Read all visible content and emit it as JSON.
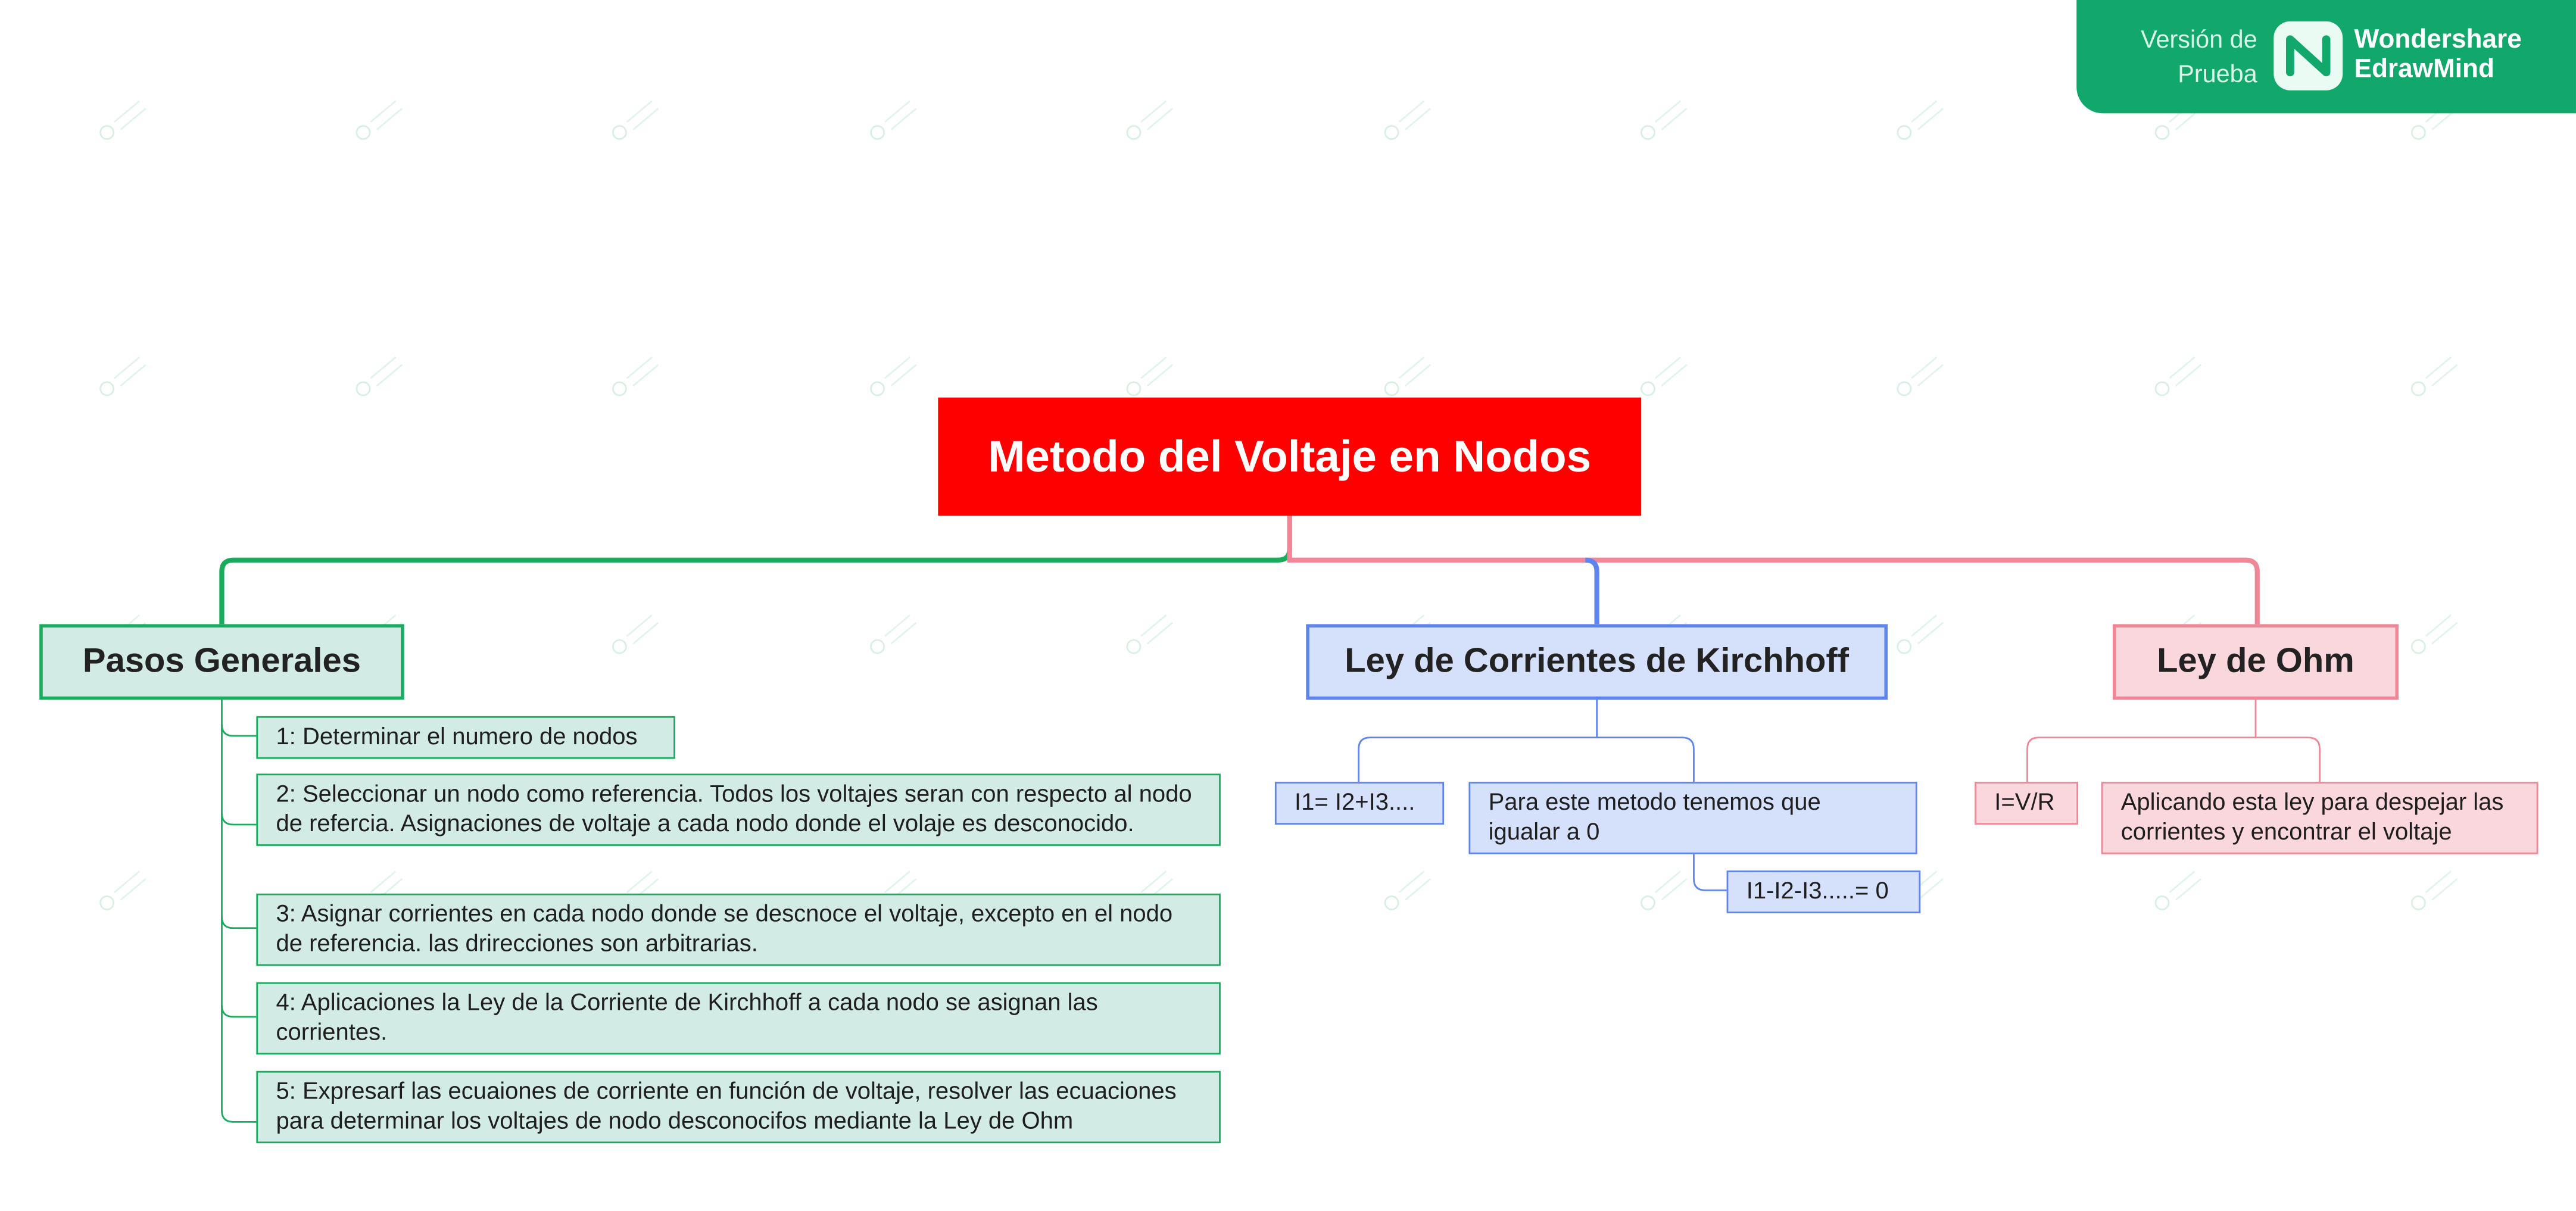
{
  "badge": {
    "trial_line1": "Versión de",
    "trial_line2": "Prueba",
    "brand_line1": "Wondershare",
    "brand_line2": "EdrawMind",
    "color": "#12a86b"
  },
  "root": {
    "title": "Metodo del Voltaje en Nodos",
    "color": "#ff0000"
  },
  "branches": {
    "pasos": {
      "title": "Pasos Generales",
      "color": "#17ad5c",
      "items": [
        "1: Determinar el numero de nodos",
        "2: Seleccionar un nodo como referencia. Todos los voltajes seran con respecto al nodo de refercia. Asignaciones de voltaje a cada nodo donde el volaje es desconocido.",
        "3: Asignar corrientes en cada nodo donde se descnoce el voltaje, excepto en el nodo de referencia. las drirecciones son arbitrarias.",
        "4: Aplicaciones la Ley de la Corriente de Kirchhoff a cada nodo se asignan las corrientes.",
        "5: Expresarf las ecuaiones de corriente en función de voltaje, resolver las ecuaciones para determinar los voltajes de nodo desconocifos mediante la Ley de Ohm"
      ]
    },
    "kirchhoff": {
      "title": "Ley de Corrientes de Kirchhoff",
      "color": "#5d84ef",
      "items": [
        "I1= I2+I3....",
        "Para este metodo tenemos que igualar a 0"
      ],
      "subitem": "I1-I2-I3.....= 0"
    },
    "ohm": {
      "title": "Ley de Ohm",
      "color": "#ef8797",
      "items": [
        "I=V/R",
        "Aplicando esta ley para despejar las corrientes y encontrar el voltaje"
      ]
    }
  }
}
